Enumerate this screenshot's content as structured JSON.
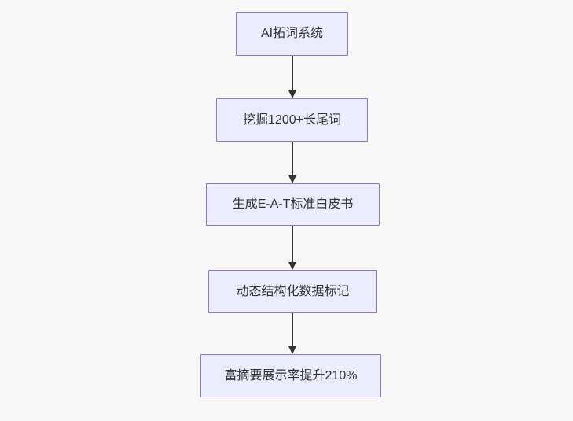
{
  "diagram": {
    "type": "flowchart-vertical",
    "nodes": [
      {
        "label": "AI拓词系统"
      },
      {
        "label": "挖掘1200+长尾词"
      },
      {
        "label": "生成E-A-T标准白皮书"
      },
      {
        "label": "动态结构化数据标记"
      },
      {
        "label": "富摘要展示率提升210%"
      }
    ],
    "edges": [
      {
        "from": 0,
        "to": 1
      },
      {
        "from": 1,
        "to": 2
      },
      {
        "from": 2,
        "to": 3
      },
      {
        "from": 3,
        "to": 4
      }
    ],
    "colors": {
      "node_fill": "#ECECFF",
      "node_border": "#9370DB",
      "arrow": "#333333",
      "text": "#333333",
      "background": "#f8f8f8"
    }
  }
}
